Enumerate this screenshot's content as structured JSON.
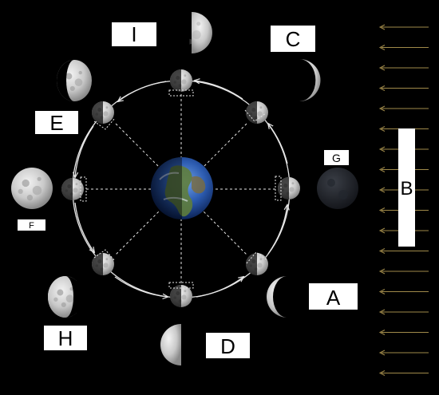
{
  "labels": {
    "A": "A",
    "B": "B",
    "C": "C",
    "D": "D",
    "E": "E",
    "F": "F",
    "G": "G",
    "H": "H",
    "I": "I"
  },
  "colors": {
    "background": "#000000",
    "sunlight_arrows": "#a08a4a",
    "orbit": "#e6e6e6",
    "label_box": "#ffffff"
  },
  "sunlight": {
    "direction": "from-right"
  },
  "outer_phases": [
    {
      "label": "I",
      "phase": "first-quarter",
      "lit": "right"
    },
    {
      "label": "C",
      "phase": "waxing-crescent",
      "lit": "right"
    },
    {
      "label": "G",
      "phase": "new-moon",
      "lit": "none"
    },
    {
      "label": "A",
      "phase": "waning-crescent",
      "lit": "left"
    },
    {
      "label": "D",
      "phase": "third-quarter",
      "lit": "left"
    },
    {
      "label": "H",
      "phase": "waning-gibbous",
      "lit": "left"
    },
    {
      "label": "F",
      "phase": "full-moon",
      "lit": "all"
    },
    {
      "label": "E",
      "phase": "waxing-gibbous",
      "lit": "right"
    }
  ]
}
